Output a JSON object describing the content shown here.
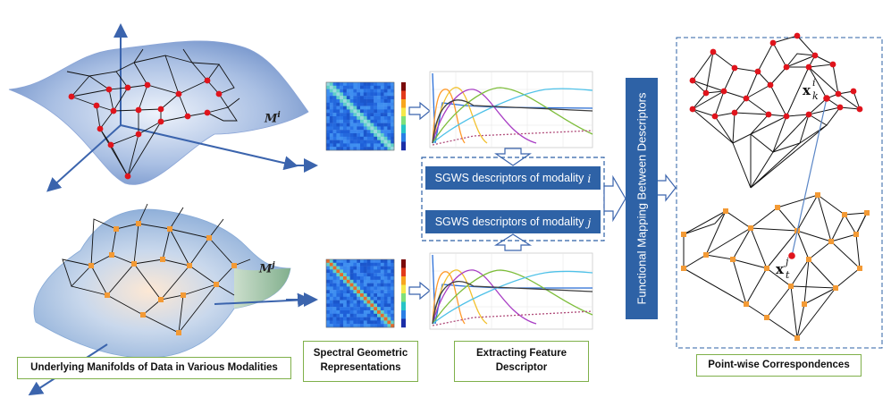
{
  "captions": {
    "manifolds": "Underlying Manifolds of Data in Various Modalities",
    "spectral": "Spectral Geometric Representations",
    "extracting": "Extracting Feature Descriptor",
    "pointwise": "Point-wise Correspondences"
  },
  "descriptor_boxes": {
    "modality_i_text": "SGWS descriptors of modality",
    "modality_i_var": "i",
    "modality_j_text": "SGWS descriptors of modality",
    "modality_j_var": "j"
  },
  "functional_mapping": "Functional Mapping Between Descriptors",
  "manifold_labels": {
    "top": "M",
    "top_sup": "i",
    "bottom": "M",
    "bottom_sup": "j"
  },
  "point_labels": {
    "top": {
      "base": "x",
      "sub": "k",
      "sup": "i"
    },
    "bottom": {
      "base": "x",
      "sub": "t",
      "sup": "j"
    }
  },
  "colors": {
    "accent_blue": "#2e62a6",
    "caption_border": "#7fb04a",
    "red_nodes": "#e0141c",
    "orange_nodes": "#f39a35"
  }
}
